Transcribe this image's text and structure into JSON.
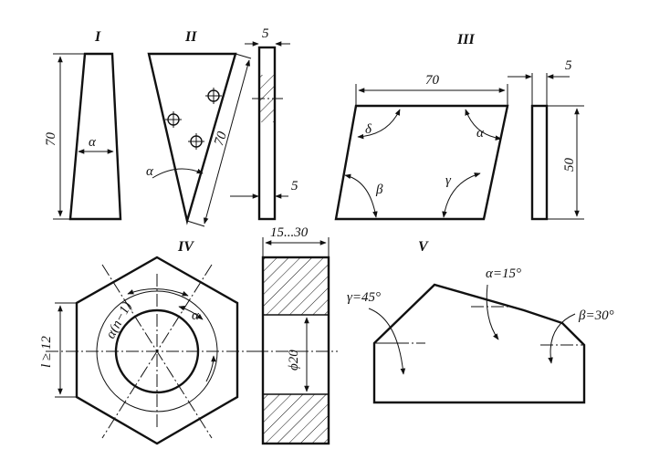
{
  "figure_labels": {
    "fig1": "I",
    "fig2": "II",
    "fig3": "III",
    "fig4": "IV",
    "fig5": "V"
  },
  "fig1": {
    "height": "70",
    "angle": "α"
  },
  "fig2": {
    "side": "70",
    "angle": "α",
    "thickness_top": "5",
    "thickness_bottom": "5"
  },
  "fig3": {
    "width": "70",
    "height": "50",
    "thickness": "5",
    "angles": {
      "delta": "δ",
      "alpha": "α",
      "beta": "β",
      "gamma": "γ"
    }
  },
  "fig4": {
    "side_dim": "l ≥ 12",
    "arc_outer": "α(n−1)",
    "arc_inner": "α",
    "section_width": "15...30",
    "bore": "ϕ20"
  },
  "fig5": {
    "gamma": "γ=45°",
    "alpha": "α=15°",
    "beta": "β=30°"
  }
}
